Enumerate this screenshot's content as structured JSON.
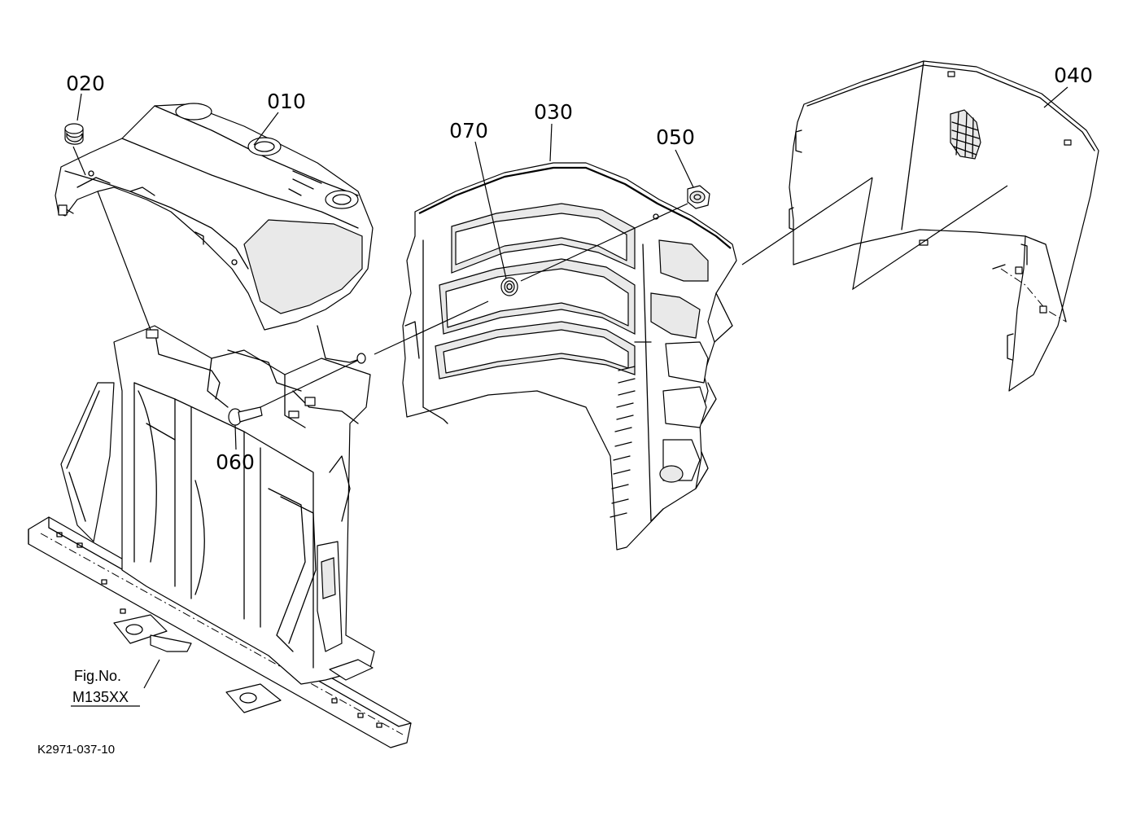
{
  "diagram": {
    "parts": [
      {
        "id": "p010",
        "label": "010"
      },
      {
        "id": "p020",
        "label": "020"
      },
      {
        "id": "p030",
        "label": "030"
      },
      {
        "id": "p040",
        "label": "040"
      },
      {
        "id": "p050",
        "label": "050"
      },
      {
        "id": "p060",
        "label": "060"
      },
      {
        "id": "p070",
        "label": "070"
      }
    ],
    "fig_reference": {
      "line1": "Fig.No.",
      "line2": "M135XX"
    },
    "drawing_code": "K2971-037-10"
  }
}
